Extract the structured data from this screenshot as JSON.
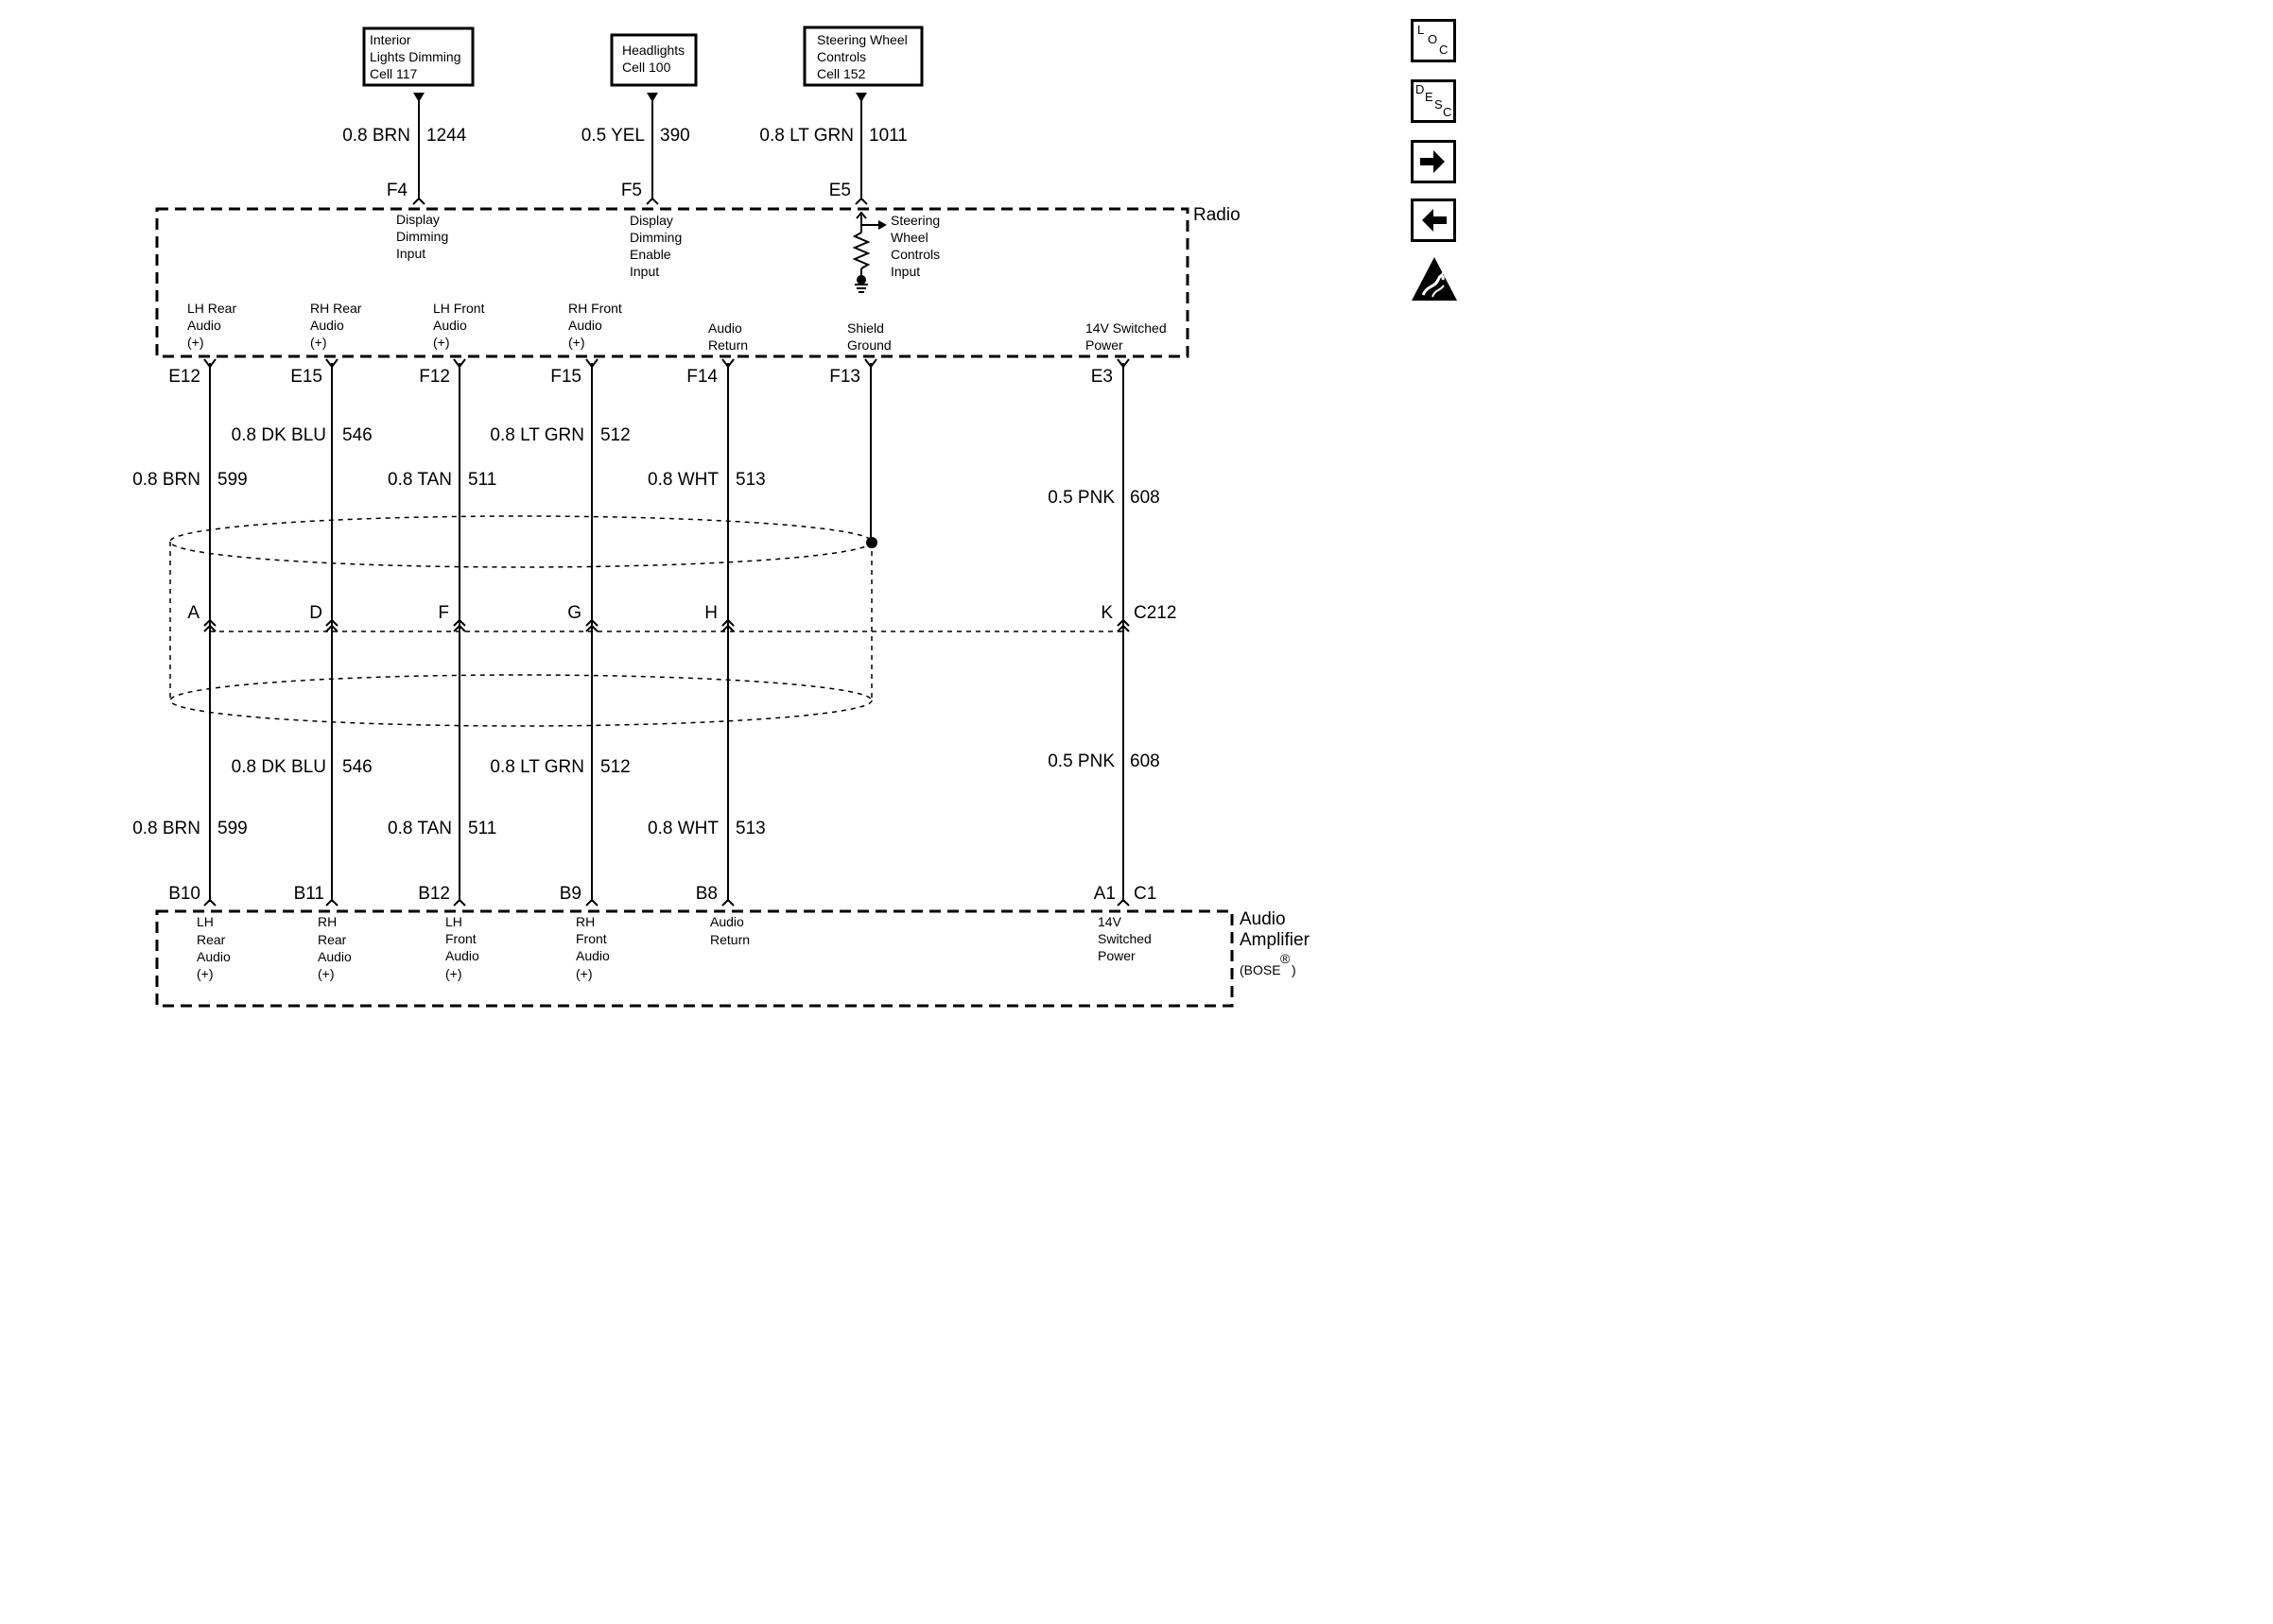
{
  "sources": [
    {
      "lines": [
        "Interior",
        "Lights Dimming",
        "Cell 117"
      ]
    },
    {
      "lines": [
        "Headlights",
        "Cell 100"
      ]
    },
    {
      "lines": [
        "Steering Wheel",
        "Controls",
        "Cell 152"
      ]
    }
  ],
  "top_wires": [
    {
      "spec": "0.8 BRN",
      "circuit": "1244",
      "pin": "F4",
      "function": [
        "Display",
        "Dimming",
        "Input"
      ]
    },
    {
      "spec": "0.5 YEL",
      "circuit": "390",
      "pin": "F5",
      "function": [
        "Display",
        "Dimming",
        "Enable",
        "Input"
      ]
    },
    {
      "spec": "0.8 LT GRN",
      "circuit": "1011",
      "pin": "E5",
      "function": [
        "Steering",
        "Wheel",
        "Controls",
        "Input"
      ]
    }
  ],
  "radio": {
    "label": "Radio"
  },
  "radio_outputs": [
    {
      "function": [
        "LH Rear",
        "Audio",
        "(+)"
      ],
      "pin": "E12"
    },
    {
      "function": [
        "RH Rear",
        "Audio",
        "(+)"
      ],
      "pin": "E15"
    },
    {
      "function": [
        "LH Front",
        "Audio",
        "(+)"
      ],
      "pin": "F12"
    },
    {
      "function": [
        "RH Front",
        "Audio",
        "(+)"
      ],
      "pin": "F15"
    },
    {
      "function": [
        "Audio",
        "Return"
      ],
      "pin": "F14"
    },
    {
      "function": [
        "Shield",
        "Ground"
      ],
      "pin": "F13"
    },
    {
      "function": [
        "14V Switched",
        "Power"
      ],
      "pin": "E3"
    }
  ],
  "upper_wires": [
    {
      "spec": "0.8 BRN",
      "circuit": "599"
    },
    {
      "spec": "0.8 DK BLU",
      "circuit": "546"
    },
    {
      "spec": "0.8 TAN",
      "circuit": "511"
    },
    {
      "spec": "0.8 LT GRN",
      "circuit": "512"
    },
    {
      "spec": "0.8 WHT",
      "circuit": "513"
    },
    {
      "spec": "0.5 PNK",
      "circuit": "608"
    }
  ],
  "connector_c212": {
    "name": "C212",
    "pins": [
      "A",
      "D",
      "F",
      "G",
      "H",
      "K"
    ]
  },
  "lower_wires": [
    {
      "spec": "0.8 BRN",
      "circuit": "599"
    },
    {
      "spec": "0.8 DK BLU",
      "circuit": "546"
    },
    {
      "spec": "0.8 TAN",
      "circuit": "511"
    },
    {
      "spec": "0.8 LT GRN",
      "circuit": "512"
    },
    {
      "spec": "0.8 WHT",
      "circuit": "513"
    },
    {
      "spec": "0.5 PNK",
      "circuit": "608"
    }
  ],
  "amplifier_pins": [
    "B10",
    "B11",
    "B12",
    "B9",
    "B8",
    "A1",
    "C1"
  ],
  "amplifier_inputs": [
    {
      "function": [
        "LH",
        "Rear",
        "Audio",
        "(+)"
      ]
    },
    {
      "function": [
        "RH",
        "Rear",
        "Audio",
        "(+)"
      ]
    },
    {
      "function": [
        "LH",
        "Front",
        "Audio",
        "(+)"
      ]
    },
    {
      "function": [
        "RH",
        "Front",
        "Audio",
        "(+)"
      ]
    },
    {
      "function": [
        "Audio",
        "Return"
      ]
    },
    {
      "function": [
        "14V",
        "Switched",
        "Power"
      ]
    }
  ],
  "amplifier": {
    "line1": "Audio",
    "line2": "Amplifier",
    "brand": "(BOSE",
    "reg": "®",
    "close": ")"
  },
  "nav": {
    "loc": {
      "a": "L",
      "b": "O",
      "c": "C",
      "icon": "location-icon"
    },
    "desc": {
      "a": "D",
      "b": "E",
      "c": "S",
      "d": "C",
      "icon": "description-icon"
    },
    "next": {
      "icon": "arrow-right-icon"
    },
    "prev": {
      "icon": "arrow-left-icon"
    },
    "esd": {
      "icon": "esd-warning-icon"
    }
  }
}
